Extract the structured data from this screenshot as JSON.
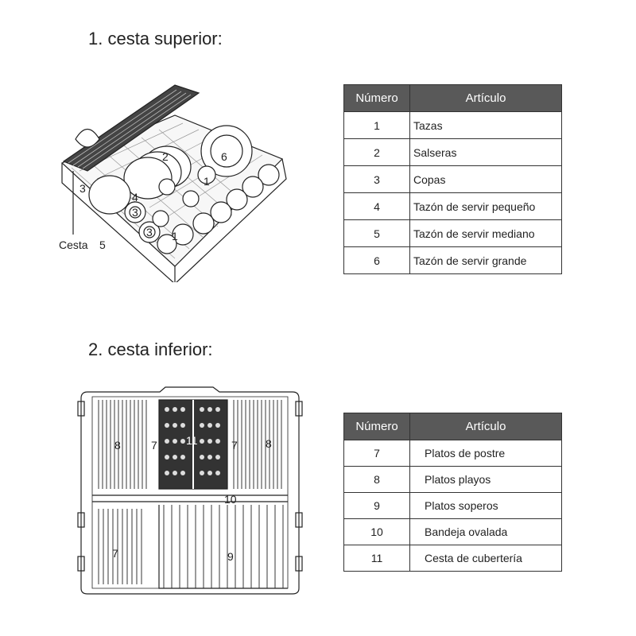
{
  "upper": {
    "heading": "1. cesta superior:",
    "diagram_labels": {
      "basket": "Cesta",
      "n1a": "1",
      "n1b": "1",
      "n2": "2",
      "n3a": "3",
      "n3b": "3",
      "n3c": "3",
      "n4": "4",
      "n5": "5",
      "n6": "6"
    },
    "table": {
      "col_number": "Número",
      "col_item": "Artículo",
      "rows": [
        {
          "number": "1",
          "item": "Tazas"
        },
        {
          "number": "2",
          "item": "Salseras"
        },
        {
          "number": "3",
          "item": "Copas"
        },
        {
          "number": "4",
          "item": "Tazón de servir pequeño"
        },
        {
          "number": "5",
          "item": "Tazón de servir mediano"
        },
        {
          "number": "6",
          "item": "Tazón de servir grande"
        }
      ]
    }
  },
  "lower": {
    "heading": "2. cesta inferior:",
    "diagram_labels": {
      "n8a": "8",
      "n7a": "7",
      "n11": "11",
      "n7b": "7",
      "n8b": "8",
      "n10": "10",
      "n7c": "7",
      "n9": "9"
    },
    "table": {
      "col_number": "Número",
      "col_item": "Artículo",
      "rows": [
        {
          "number": "7",
          "item": "Platos de postre"
        },
        {
          "number": "8",
          "item": "Platos playos"
        },
        {
          "number": "9",
          "item": "Platos soperos"
        },
        {
          "number": "10",
          "item": "Bandeja ovalada"
        },
        {
          "number": "11",
          "item": "Cesta de cubertería"
        }
      ]
    }
  }
}
